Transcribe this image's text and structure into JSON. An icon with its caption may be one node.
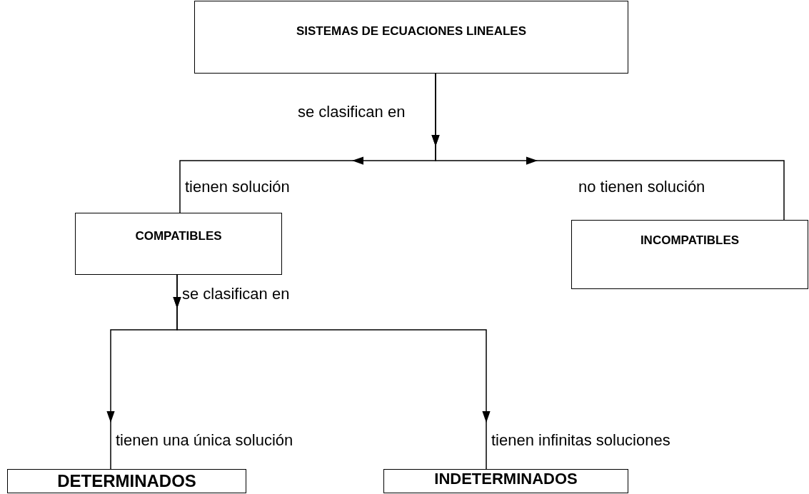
{
  "diagram": {
    "nodes": [
      {
        "text": [
          "SISTEMAS DE ECUACIONES LINEALES"
        ]
      },
      {
        "text": [
          "COMPATIBLES"
        ]
      },
      {
        "text": [
          "INCOMPATIBLES"
        ]
      },
      {
        "text": [
          "DETERMINADOS"
        ]
      },
      {
        "text": [
          "INDETERMINADOS"
        ]
      }
    ],
    "edges": [
      {
        "from": 0,
        "to": 1,
        "arrow": "to",
        "label": "tienen solución"
      },
      {
        "from": 0,
        "to": 2,
        "arrow": "to",
        "label": "no tienen solución"
      },
      {
        "from": 1,
        "to": 3,
        "arrow": "to",
        "label": "tienen una única solución"
      },
      {
        "from": 1,
        "to": 4,
        "arrow": "to",
        "label": "tienen infinitas soluciones"
      }
    ],
    "labels": [
      "se clasifican en",
      "se clasifican en"
    ]
  }
}
